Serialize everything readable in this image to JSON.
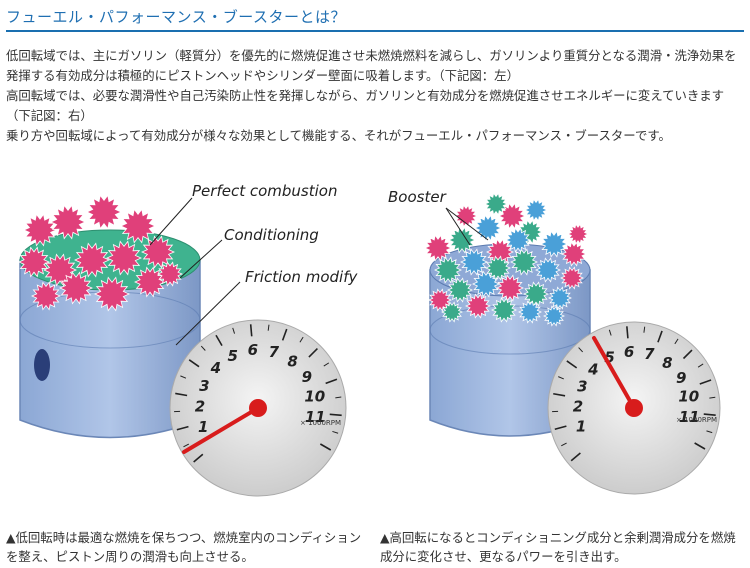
{
  "header": {
    "title": "フューエル・パフォーマンス・ブースターとは？"
  },
  "intro": {
    "paragraphs": [
      "低回転域では、主にガソリン（軽質分）を優先的に燃焼促進させ未燃焼燃料を減らし、ガソリンより重質分となる潤滑・洗浄効果を発揮する有効成分は積極的にピストンヘッドやシリンダー壁面に吸着します。（下記図：左）",
      "高回転域では、必要な潤滑性や自己汚染防止性を発揮しながら、ガソリンと有効成分を燃焼促進させエネルギーに変えていきます（下記図：右）",
      "乗り方や回転域によって有効成分が様々な効果として機能する、それがフューエル・パフォーマンス・ブースターです。"
    ]
  },
  "figure_left": {
    "labels": {
      "combustion": "Perfect combustion",
      "conditioning": "Conditioning",
      "friction": "Friction modify"
    },
    "tach": {
      "numbers": [
        "1",
        "2",
        "3",
        "4",
        "5",
        "6",
        "7",
        "8",
        "9",
        "10",
        "11"
      ],
      "unit": "× 1000RPM"
    }
  },
  "figure_right": {
    "labels": {
      "booster": "Booster"
    },
    "tach": {
      "numbers": [
        "1",
        "2",
        "3",
        "4",
        "5",
        "6",
        "7",
        "8",
        "9",
        "10",
        "11"
      ],
      "unit": "× 1000RPM"
    }
  },
  "captions": {
    "left": "▲低回転時は最適な燃焼を保ちつつ、燃焼室内のコンディションを整え、ピストン周りの潤滑も向上させる。",
    "right": "▲高回転になるとコンディショニング成分と余剰潤滑成分を燃焼成分に変化させ、更なるパワーを引き出す。"
  },
  "colors": {
    "title": "#1f6fb2",
    "rule": "#1a6fb0",
    "star_pink": "#e0407a",
    "star_green": "#3aaa8a",
    "star_blue": "#4aa0d8",
    "needle": "#d81c1c",
    "cylinder": "#6b8cc2"
  }
}
